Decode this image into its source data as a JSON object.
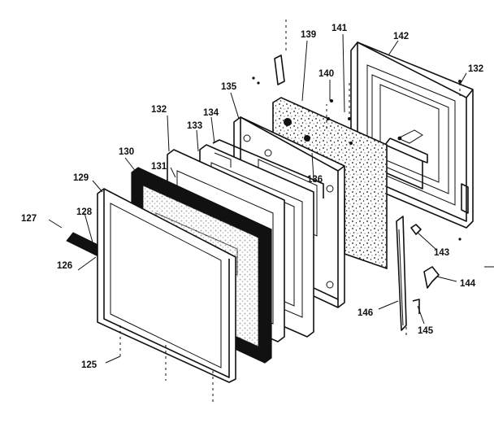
{
  "diagram": {
    "labels": [
      {
        "id": "125",
        "text": "125"
      },
      {
        "id": "126",
        "text": "126"
      },
      {
        "id": "127",
        "text": "127"
      },
      {
        "id": "128",
        "text": "128"
      },
      {
        "id": "129",
        "text": "129"
      },
      {
        "id": "130",
        "text": "130"
      },
      {
        "id": "131",
        "text": "131"
      },
      {
        "id": "132a",
        "text": "132"
      },
      {
        "id": "133",
        "text": "133"
      },
      {
        "id": "134",
        "text": "134"
      },
      {
        "id": "135",
        "text": "135"
      },
      {
        "id": "136",
        "text": "136"
      },
      {
        "id": "139",
        "text": "139"
      },
      {
        "id": "140",
        "text": "140"
      },
      {
        "id": "141",
        "text": "141"
      },
      {
        "id": "142",
        "text": "142"
      },
      {
        "id": "132b",
        "text": "132"
      },
      {
        "id": "143",
        "text": "143"
      },
      {
        "id": "144",
        "text": "144"
      },
      {
        "id": "145",
        "text": "145"
      },
      {
        "id": "146",
        "text": "146"
      }
    ]
  }
}
